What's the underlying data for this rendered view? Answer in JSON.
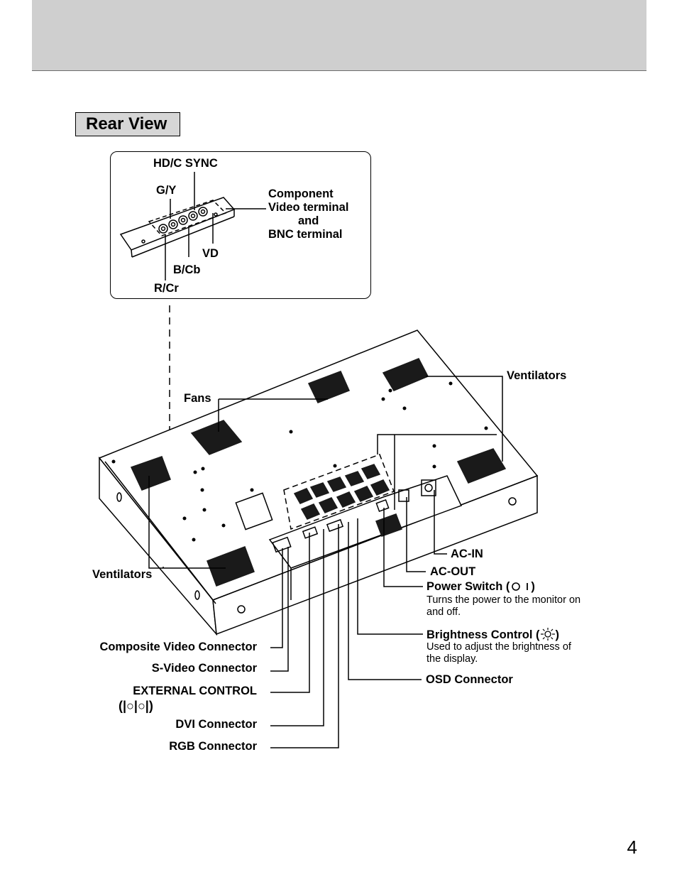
{
  "section_title": "Rear View",
  "inset": {
    "hd_sync": "HD/C SYNC",
    "g_y": "G/Y",
    "vd": "VD",
    "b_cb": "B/Cb",
    "r_cr": "R/Cr",
    "component_line1": "Component",
    "component_line2": "Video terminal",
    "component_line3": "and",
    "component_line4": "BNC terminal"
  },
  "labels": {
    "fans": "Fans",
    "ventilators_top": "Ventilators",
    "ventilators_left": "Ventilators",
    "ac_in": "AC-IN",
    "ac_out": "AC-OUT",
    "power_switch": "Power Switch (",
    "power_switch_close": ")",
    "power_switch_desc": "Turns the power to the monitor on and off.",
    "brightness_control": "Brightness Control (",
    "brightness_close": ")",
    "brightness_desc": "Used to adjust the brightness of the display.",
    "osd_connector": "OSD Connector",
    "composite_video": "Composite Video Connector",
    "s_video": "S-Video Connector",
    "external_control": "EXTERNAL CONTROL",
    "external_control_symbol": "(|○|○|)",
    "dvi_connector": "DVI Connector",
    "rgb_connector": "RGB Connector"
  },
  "page_number": "4"
}
